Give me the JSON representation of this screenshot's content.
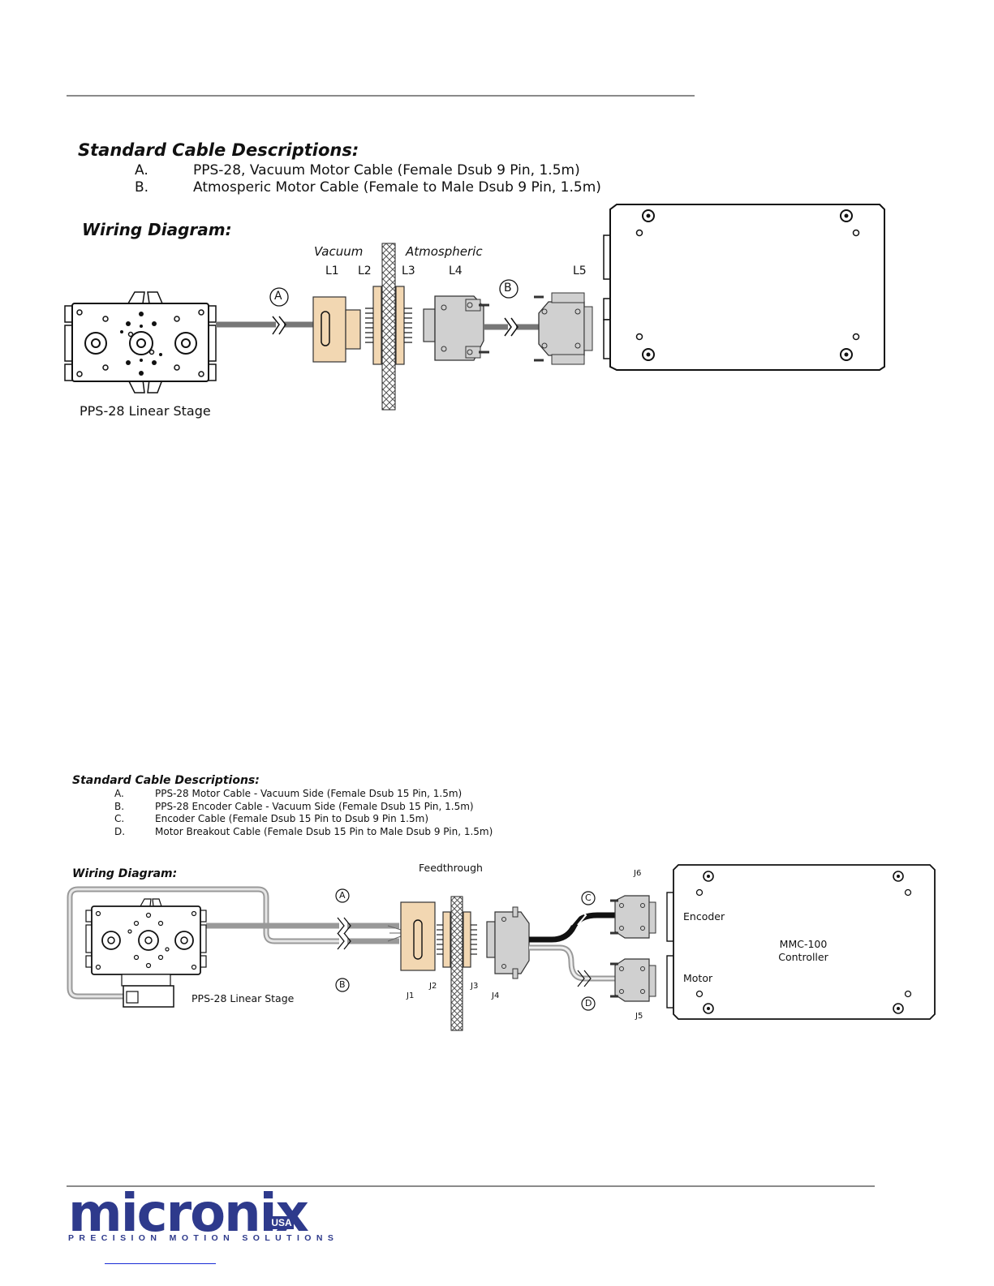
{
  "section1": {
    "title": "Standard Cable Descriptions:",
    "items": [
      {
        "letter": "A.",
        "text": "PPS-28, Vacuum Motor Cable (Female Dsub 9 Pin, 1.5m)"
      },
      {
        "letter": "B.",
        "text": "Atmosperic Motor Cable (Female to Male Dsub 9 Pin, 1.5m)"
      }
    ],
    "wiring_title": "Wiring Diagram:",
    "labels": {
      "vacuum": "Vacuum",
      "atmospheric": "Atmospheric",
      "l1": "L1",
      "l2": "L2",
      "l3": "L3",
      "l4": "L4",
      "l5": "L5",
      "cable_a": "A",
      "cable_b": "B",
      "stage": "PPS-28 Linear Stage"
    }
  },
  "section2": {
    "title": "Standard Cable Descriptions:",
    "items": [
      {
        "letter": "A.",
        "text": "PPS-28 Motor Cable - Vacuum Side (Female Dsub 15 Pin, 1.5m)"
      },
      {
        "letter": "B.",
        "text": "PPS-28 Encoder Cable - Vacuum Side (Female Dsub 15 Pin, 1.5m)"
      },
      {
        "letter": "C.",
        "text": "Encoder  Cable (Female Dsub 15 Pin to Dsub 9 Pin 1.5m)"
      },
      {
        "letter": "D.",
        "text": "Motor Breakout Cable (Female Dsub 15 Pin to Male Dsub 9 Pin, 1.5m)"
      }
    ],
    "wiring_title": "Wiring Diagram:",
    "labels": {
      "feedthrough": "Feedthrough",
      "cable_a": "A",
      "cable_b": "B",
      "cable_c": "C",
      "cable_d": "D",
      "j1": "J1",
      "j2": "J2",
      "j3": "J3",
      "j4": "J4",
      "j5": "J5",
      "j6": "J6",
      "stage": "PPS-28 Linear Stage",
      "encoder": "Encoder",
      "motor": "Motor",
      "controller_line1": "MMC-100",
      "controller_line2": "Controller"
    }
  },
  "footer": {
    "logo_word": "micronix",
    "logo_badge": "USA",
    "tagline": "PRECISION MOTION SOLUTIONS"
  },
  "colors": {
    "brand": "#2e3a8c",
    "rule": "#8a8a8a",
    "connector_tan": "#f2d7b2",
    "connector_gray": "#d0d0d0",
    "link_blue": "#1a2cd6"
  }
}
